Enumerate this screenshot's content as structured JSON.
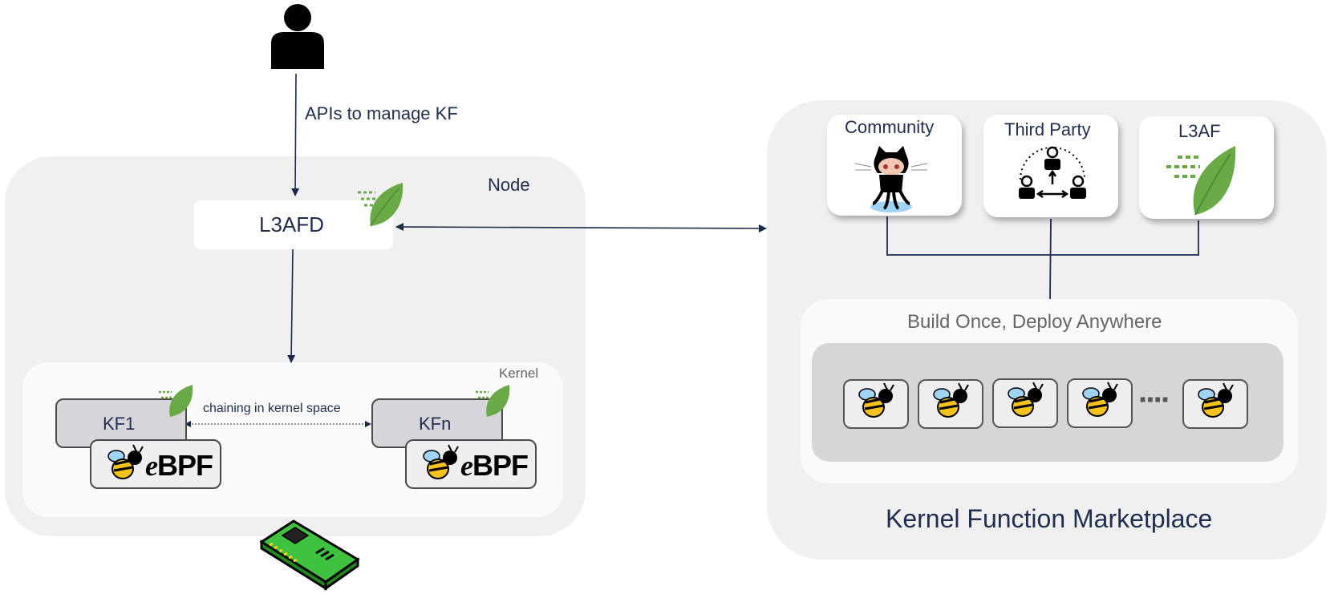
{
  "user": {
    "api_label": "APIs to manage KF",
    "icon": "user-icon"
  },
  "node": {
    "title": "Node",
    "daemon_label": "L3AFD",
    "kernel_label": "Kernel",
    "chaining_label": "chaining in kernel space",
    "kf1_label": "KF1",
    "kfn_label": "KFn",
    "ebpf_text": "BPF",
    "ebpf_prefix": "e"
  },
  "marketplace": {
    "title": "Kernel Function Marketplace",
    "sources": [
      {
        "label": "Community",
        "icon": "octocat-icon"
      },
      {
        "label": "Third Party",
        "icon": "team-icon"
      },
      {
        "label": "L3AF",
        "icon": "leaf-icon"
      }
    ],
    "build_label": "Build Once, Deploy Anywhere",
    "ellipsis": "····"
  },
  "colors": {
    "line": "#1b2a4a",
    "panel": "#f0f0f0",
    "leaf": "#6aaa46",
    "nic": "#3fc23f"
  }
}
